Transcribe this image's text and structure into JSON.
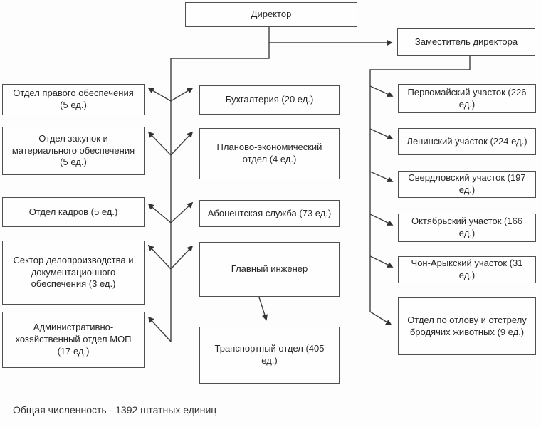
{
  "diagram": {
    "type": "org-chart",
    "nodes": {
      "director": {
        "label": "Директор"
      },
      "deputy": {
        "label": "Заместитель директора"
      },
      "left": [
        {
          "label": "Отдел правого обеспечения (5 ед.)",
          "units": 5
        },
        {
          "label": "Отдел закупок и материального обеспечения (5 ед.)",
          "units": 5
        },
        {
          "label": "Отдел кадров (5 ед.)",
          "units": 5
        },
        {
          "label": "Сектор делопроизводства и документационного обеспечения (3 ед.)",
          "units": 3
        },
        {
          "label": "Административно-хозяйственный отдел МОП (17 ед.)",
          "units": 17
        }
      ],
      "middle": [
        {
          "label": "Бухгалтерия (20 ед.)",
          "units": 20
        },
        {
          "label": "Планово-экономический отдел (4 ед.)",
          "units": 4
        },
        {
          "label": "Абонентская служба (73 ед.)",
          "units": 73
        },
        {
          "label": "Главный инженер"
        },
        {
          "label": "Транспортный отдел (405 ед.)",
          "units": 405
        }
      ],
      "right": [
        {
          "label": "Первомайский участок (226 ед.)",
          "units": 226
        },
        {
          "label": "Ленинский участок (224 ед.)",
          "units": 224
        },
        {
          "label": "Свердловский участок (197 ед.)",
          "units": 197
        },
        {
          "label": "Октябрьский участок (166 ед.)",
          "units": 166
        },
        {
          "label": "Чон-Арыкский участок (31 ед.)",
          "units": 31
        },
        {
          "label": "Отдел по отлову и отстрелу бродячих животных (9 ед.)",
          "units": 9
        }
      ]
    },
    "footer": {
      "total_text": "Общая численность - 1392 штатных единиц",
      "total_units": 1392
    },
    "colors": {
      "line": "#3f3f3f",
      "box_border": "#4f4f4f",
      "box_fill": "#fefefe",
      "text": "#262626",
      "background": "#fdfdfd"
    }
  }
}
